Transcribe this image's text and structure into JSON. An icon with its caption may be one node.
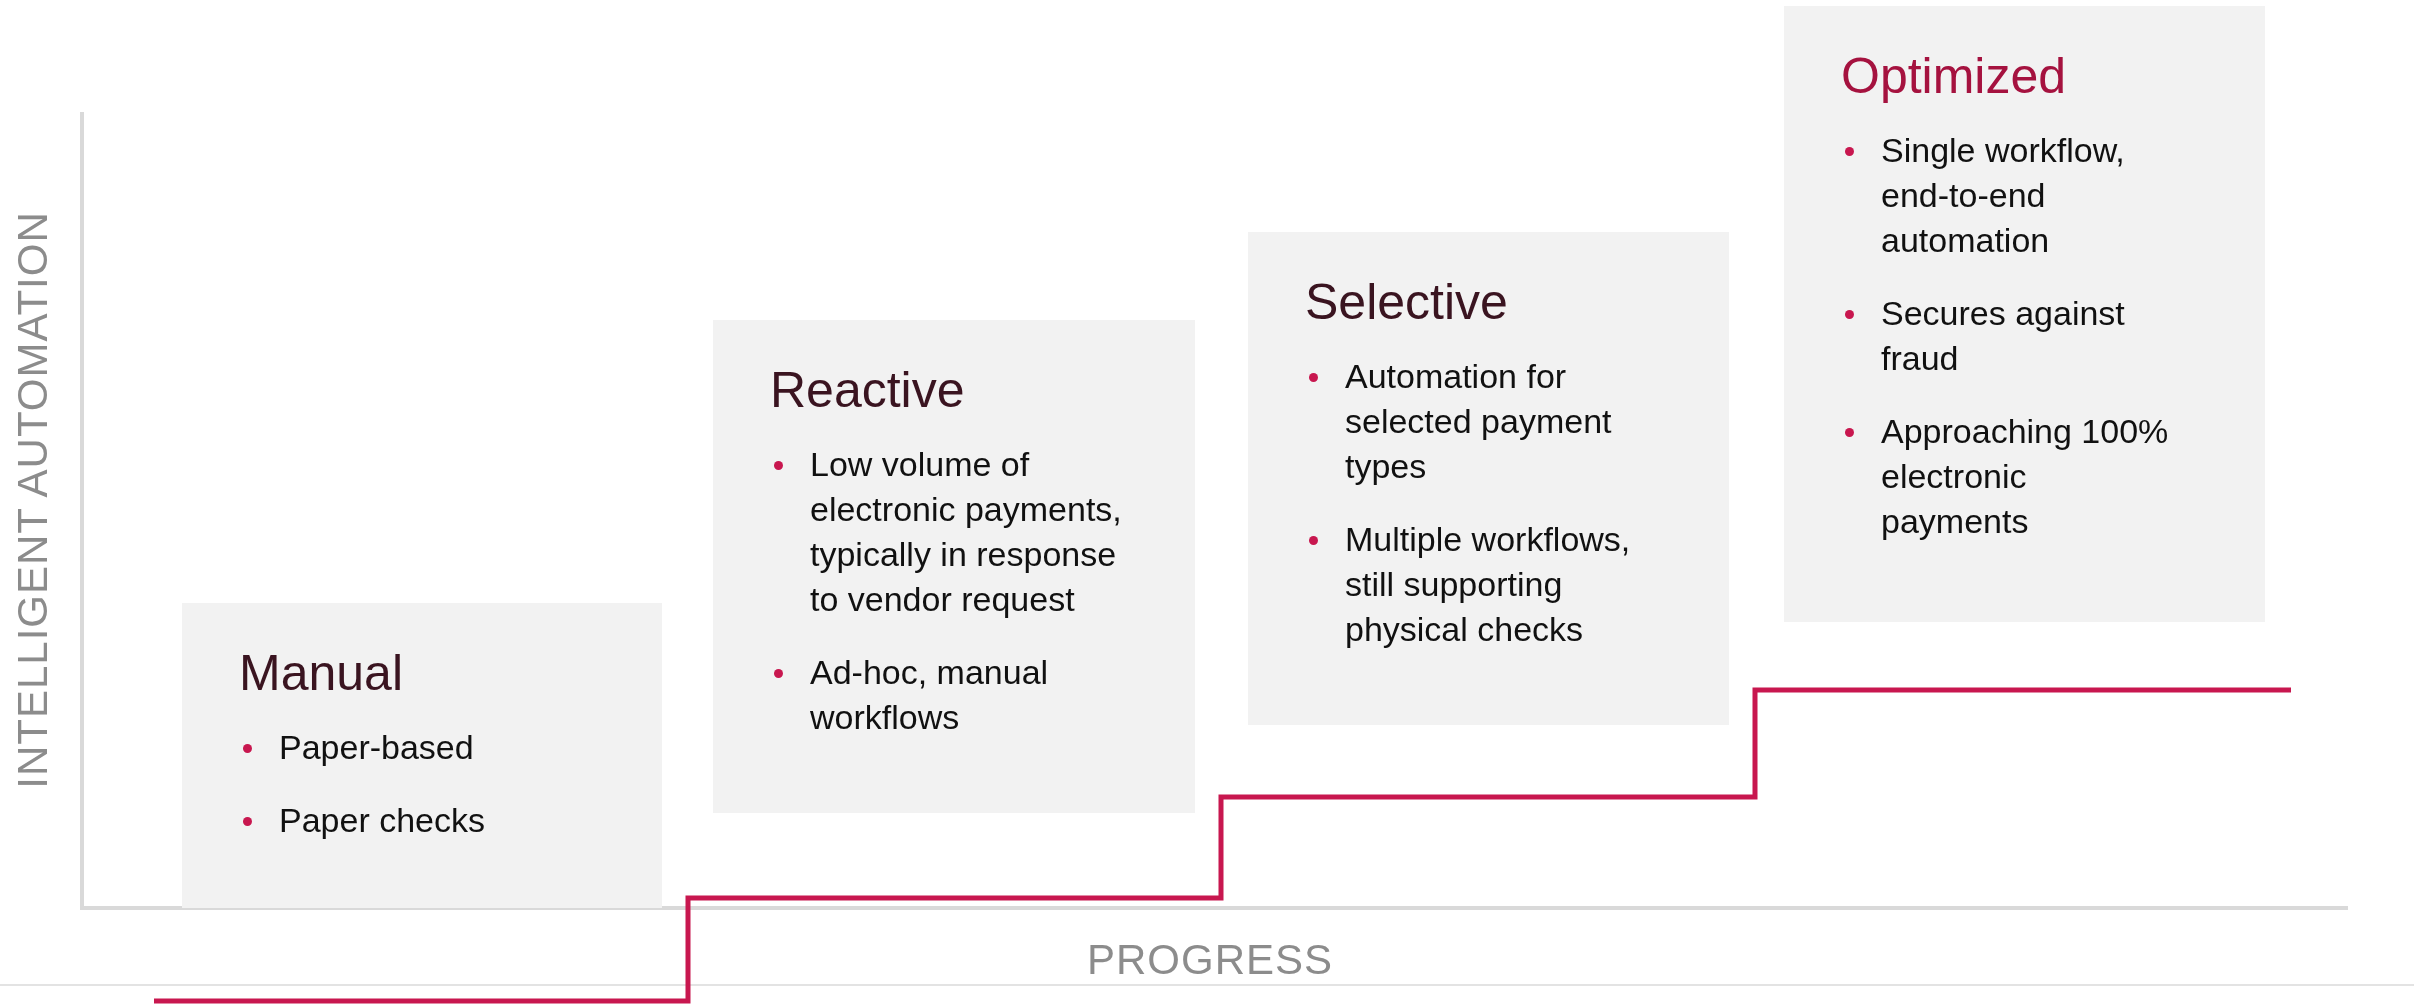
{
  "diagram": {
    "nodes": [
      {
        "text": [
          "Manual",
          "Paper-based",
          "Paper checks"
        ]
      },
      {
        "text": [
          "Reactive",
          "Low volume of electronic payments, typically in response to vendor request",
          "Ad-hoc, manual workflows"
        ]
      },
      {
        "text": [
          "Selective",
          "Automation for selected payment types",
          "Multiple workflows, still supporting physical checks"
        ]
      },
      {
        "text": [
          "Optimized",
          "Single workflow, end-to-end automation",
          "Secures against fraud",
          "Approaching 100% electronic payments"
        ]
      }
    ],
    "edges": [],
    "labels": [
      "INTELLIGENT AUTOMATION",
      "PROGRESS"
    ]
  }
}
